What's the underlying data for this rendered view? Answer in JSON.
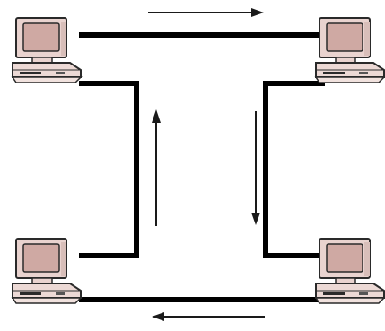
{
  "diagram": {
    "type": "ring-network",
    "nodes": [
      {
        "id": "top-left-computer",
        "device": "desktop-computer"
      },
      {
        "id": "top-right-computer",
        "device": "desktop-computer"
      },
      {
        "id": "bottom-right-computer",
        "device": "desktop-computer"
      },
      {
        "id": "bottom-left-computer",
        "device": "desktop-computer"
      }
    ],
    "links": [
      {
        "from": "top-left-computer",
        "to": "top-right-computer"
      },
      {
        "from": "top-right-computer",
        "to": "bottom-right-computer"
      },
      {
        "from": "bottom-right-computer",
        "to": "bottom-left-computer"
      },
      {
        "from": "bottom-left-computer",
        "to": "top-left-computer"
      }
    ],
    "flow_direction": "clockwise",
    "colors": {
      "cable": "#000000",
      "arrow": "#1a1a1a",
      "monitor_fill": "#e9d3cf",
      "screen_fill": "#cfa9a3",
      "outline": "#2a2a2a"
    }
  }
}
